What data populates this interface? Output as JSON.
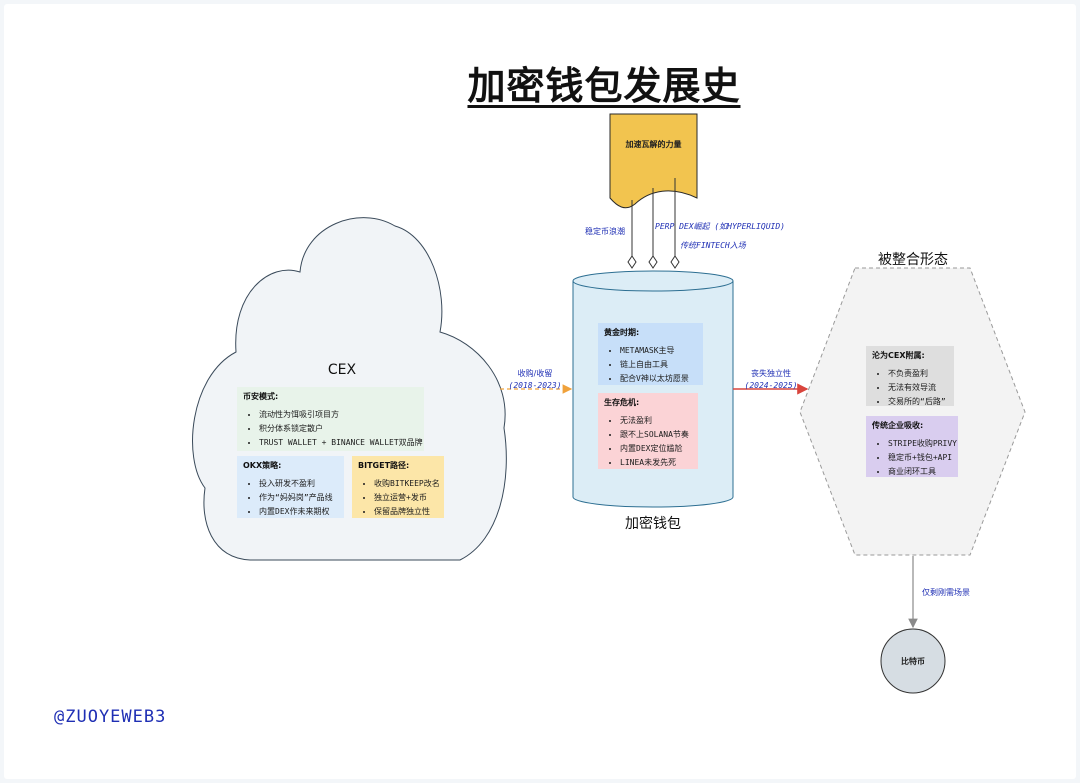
{
  "title": "加密钱包发展史",
  "force": {
    "label": "加速瓦解的力量",
    "items": [
      "稳定币浪潮",
      "PERP DEX崛起 (如HYPERLIQUID)",
      "传统FINTECH入场"
    ]
  },
  "cex": {
    "label": "CEX",
    "binance": {
      "heading": "币安模式:",
      "items": [
        "流动性为饵吸引项目方",
        "积分体系锁定散户",
        "TRUST WALLET + BINANCE WALLET双品牌"
      ]
    },
    "okx": {
      "heading": "OKX策略:",
      "items": [
        "投入研发不盈利",
        "作为“妈妈岗”产品线",
        "内置DEX作未来期权"
      ]
    },
    "bitget": {
      "heading": "BITGET路径:",
      "items": [
        "收购BITKEEP改名",
        "独立运营+发币",
        "保留品牌独立性"
      ]
    }
  },
  "edges": {
    "cex_to_wallet": {
      "label": "收购/收留",
      "period": "(2018-2023)"
    },
    "wallet_to_merged": {
      "label": "丧失独立性",
      "period": "(2024-2025)"
    },
    "merged_to_btc": {
      "label": "仅剩刚需场景"
    }
  },
  "wallet": {
    "label": "加密钱包",
    "golden": {
      "heading": "黄金时期:",
      "items": [
        "METAMASK主导",
        "链上自由工具",
        "配合V神以太坊愿景"
      ]
    },
    "crisis": {
      "heading": "生存危机:",
      "items": [
        "无法盈利",
        "跟不上SOLANA节奏",
        "内置DEX定位尴尬",
        "LINEA未发先死"
      ]
    }
  },
  "merged": {
    "label": "被整合形态",
    "cex_attached": {
      "heading": "沦为CEX附属:",
      "items": [
        "不负责盈利",
        "无法有效导流",
        "交易所的“后路”"
      ]
    },
    "traditional": {
      "heading": "传统企业吸收:",
      "items": [
        "STRIPE收购PRIVY",
        "稳定币+钱包+API",
        "商业闭环工具"
      ]
    }
  },
  "bitcoin": {
    "label": "比特币"
  },
  "handle": "@ZUOYEWEB3",
  "colors": {
    "accent_blue": "#1f2fb4",
    "orange_arrow": "#f0a23b",
    "red_arrow": "#d9453d",
    "force_fill": "#f2c44f",
    "wallet_fill": "#dcedf6"
  }
}
